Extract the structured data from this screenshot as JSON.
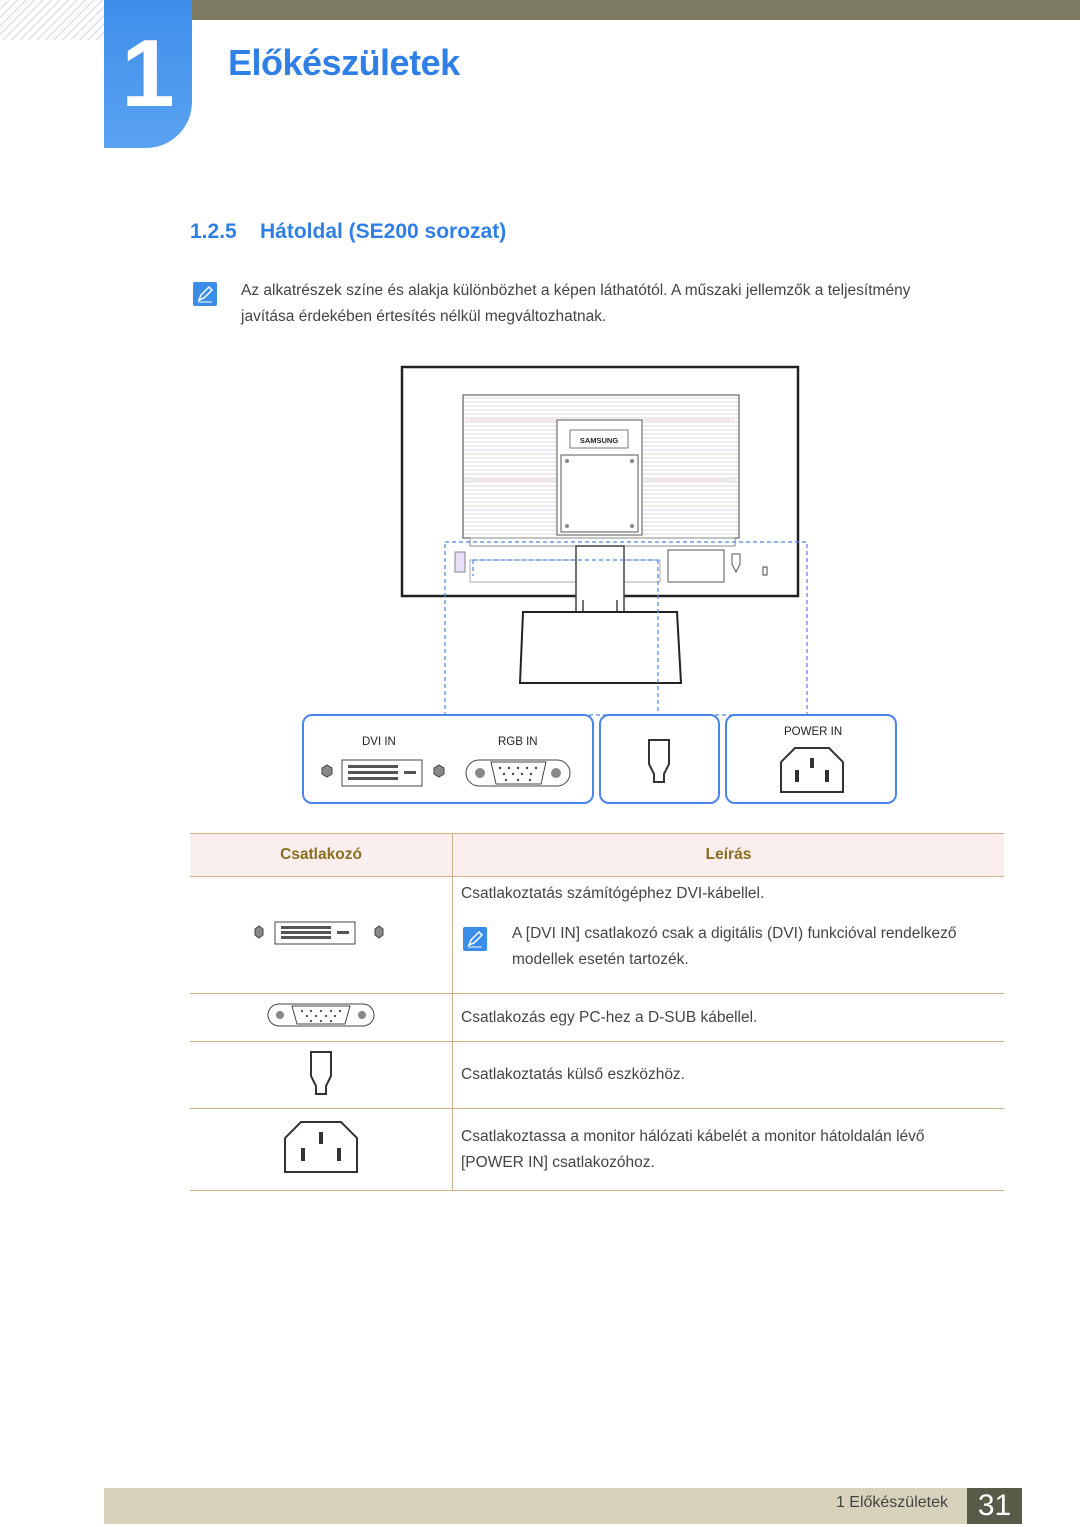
{
  "chapter": {
    "number": "1",
    "title": "Előkészületek"
  },
  "section": {
    "number": "1.2.5",
    "title": "Hátoldal (SE200 sorozat)"
  },
  "note": {
    "icon": "note-pencil-icon",
    "line1": "Az alkatrészek színe és alakja különbözhet a képen láthatótól. A műszaki jellemzők a teljesítmény",
    "line2": "javítása érdekében értesítés nélkül megváltozhatnak."
  },
  "diagram": {
    "brand": "SAMSUNG",
    "labels": {
      "dvi": "DVI IN",
      "rgb": "RGB IN",
      "power": "POWER IN"
    }
  },
  "table": {
    "headers": [
      "Csatlakozó",
      "Leírás"
    ],
    "rows": [
      {
        "icon": "dvi-port-icon",
        "text": "Csatlakoztatás számítógéphez DVI-kábellel.",
        "note1": "A [DVI IN] csatlakozó csak a digitális (DVI) funkcióval rendelkező",
        "note2": "modellek esetén tartozék."
      },
      {
        "icon": "vga-port-icon",
        "text": "Csatlakozás egy PC-hez a D-SUB kábellel."
      },
      {
        "icon": "kensington-lock-icon",
        "text": "Csatlakoztatás külső eszközhöz."
      },
      {
        "icon": "power-socket-icon",
        "text1": "Csatlakoztassa a monitor hálózati kábelét a monitor hátoldalán lévő",
        "text2": "[POWER IN] csatlakozóhoz."
      }
    ]
  },
  "footer": {
    "label": "1 Előkészületek",
    "page": "31"
  },
  "colors": {
    "accent": "#2f7fe6",
    "header_bg": "#fbeeee",
    "header_text": "#8a6d1e",
    "topbar": "#7d7a62",
    "footer": "#d6d3ba",
    "page_box": "#5a5a48"
  }
}
